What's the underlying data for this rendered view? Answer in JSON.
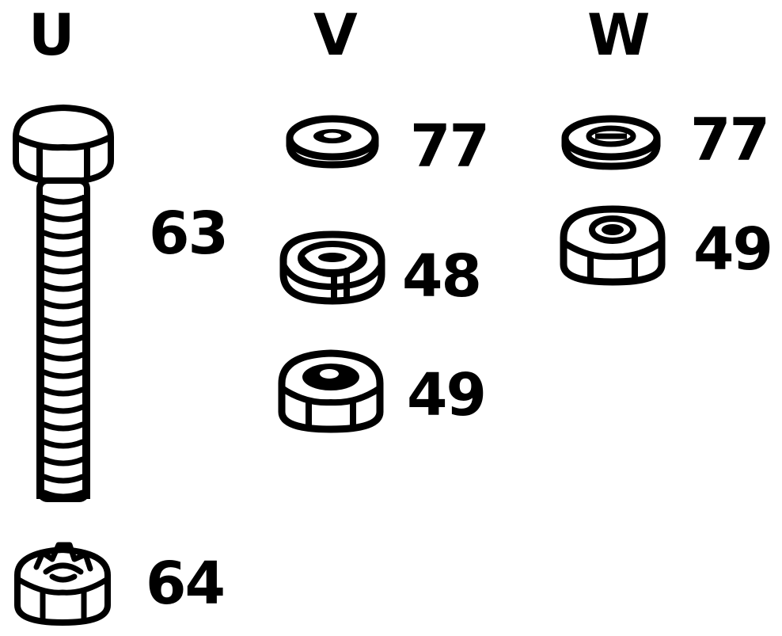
{
  "columns": [
    {
      "label": "U"
    },
    {
      "label": "V"
    },
    {
      "label": "W"
    }
  ],
  "parts": {
    "u_bolt": "63",
    "u_castle_nut": "64",
    "v_washer": "77",
    "v_lock_washer": "48",
    "v_nut": "49",
    "w_washer": "77",
    "w_nut": "49"
  }
}
